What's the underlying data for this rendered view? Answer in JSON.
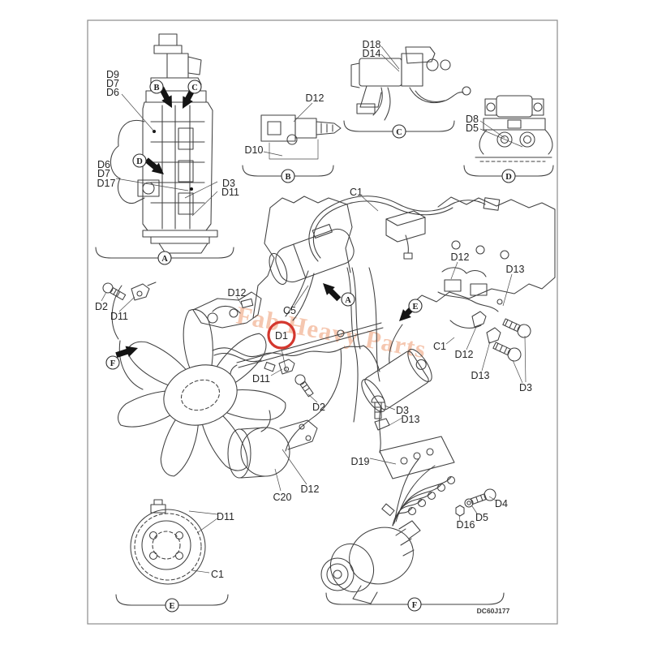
{
  "diagram": {
    "watermark": "Fab Heavy Parts",
    "doc_code": "DC60J177",
    "highlight_color": "#d4372e",
    "watermark_color": "#f0a37c"
  },
  "markers": {
    "A": "A",
    "B": "B",
    "C": "C",
    "D": "D",
    "E": "E",
    "F": "F"
  },
  "labels": {
    "secA": {
      "d9": "D9",
      "d7_top": "D7",
      "d6_top": "D6",
      "d6_left": "D6",
      "d7_left": "D7",
      "d17": "D17",
      "d3": "D3",
      "d11": "D11"
    },
    "secB": {
      "d12": "D12",
      "d10": "D10"
    },
    "secC": {
      "d18": "D18",
      "d14": "D14"
    },
    "secD": {
      "d8": "D8",
      "d5": "D5"
    },
    "center": {
      "c1": "C1",
      "c5": "C5",
      "d12_left": "D12",
      "d1": "D1",
      "d11": "D11",
      "d2": "D2",
      "d3": "D3",
      "d13": "D13",
      "d19": "D19",
      "c20": "C20",
      "d12_bottom": "D12"
    },
    "left": {
      "d2": "D2",
      "d11": "D11"
    },
    "right": {
      "d12_top": "D12",
      "d13_top": "D13",
      "c1": "C1",
      "d12_mid": "D12",
      "d13_mid": "D13",
      "d3": "D3"
    },
    "flywheel": {
      "d11": "D11",
      "c1": "C1"
    },
    "alternator": {
      "d4": "D4",
      "d5": "D5",
      "d16": "D16"
    }
  }
}
